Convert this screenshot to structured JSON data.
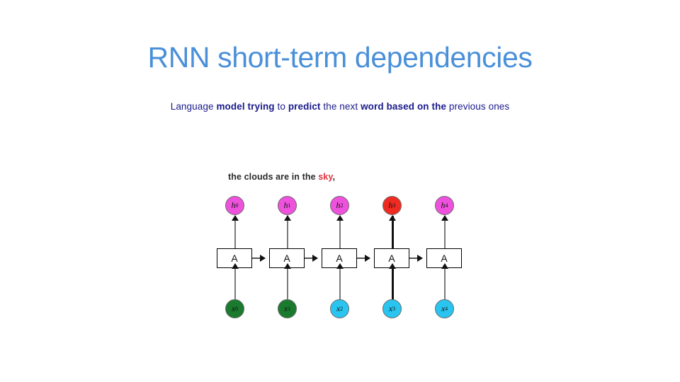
{
  "slide": {
    "title": "RNN short-term dependencies",
    "title_color": "#4a90d9",
    "background_color": "#ffffff",
    "subtitle": {
      "color": "#1a1a8c",
      "segments": [
        {
          "text": "Language ",
          "bold": false
        },
        {
          "text": "model trying ",
          "bold": true
        },
        {
          "text": "to ",
          "bold": false
        },
        {
          "text": "predict ",
          "bold": true
        },
        {
          "text": "the ",
          "bold": false
        },
        {
          "text": "next ",
          "bold": false
        },
        {
          "text": "word based ",
          "bold": true
        },
        {
          "text": "on the ",
          "bold": true
        },
        {
          "text": "previous ones",
          "bold": false
        }
      ],
      "plain_text": "Language model trying to predict the next word based on the previous ones"
    }
  },
  "figure": {
    "caption": {
      "prefix": "the clouds are in the ",
      "highlight": "sky",
      "highlight_color": "#e0323c",
      "suffix": ","
    },
    "cell_label": "A",
    "colors": {
      "hidden_magenta": "#ee52dd",
      "hidden_red": "#ef2b21",
      "input_green": "#1a7a2e",
      "input_cyan": "#29c5f0",
      "cell_border": "#000000",
      "arrow_gray": "#7a7a7a",
      "arrow_black": "#111111"
    },
    "timesteps": [
      {
        "index": 0,
        "hidden_label": "h",
        "hidden_sub": "0",
        "hidden_color": "magenta",
        "input_label": "x",
        "input_sub": "0",
        "input_color": "green",
        "cell": "A",
        "emphasis": false,
        "has_next_arrow": true
      },
      {
        "index": 1,
        "hidden_label": "h",
        "hidden_sub": "1",
        "hidden_color": "magenta",
        "input_label": "x",
        "input_sub": "1",
        "input_color": "green",
        "cell": "A",
        "emphasis": false,
        "has_next_arrow": true
      },
      {
        "index": 2,
        "hidden_label": "h",
        "hidden_sub": "2",
        "hidden_color": "magenta",
        "input_label": "x",
        "input_sub": "2",
        "input_color": "cyan",
        "cell": "A",
        "emphasis": false,
        "has_next_arrow": true
      },
      {
        "index": 3,
        "hidden_label": "h",
        "hidden_sub": "3",
        "hidden_color": "red",
        "input_label": "x",
        "input_sub": "3",
        "input_color": "cyan",
        "cell": "A",
        "emphasis": true,
        "has_next_arrow": true
      },
      {
        "index": 4,
        "hidden_label": "h",
        "hidden_sub": "4",
        "hidden_color": "magenta",
        "input_label": "x",
        "input_sub": "4",
        "input_color": "cyan",
        "cell": "A",
        "emphasis": false,
        "has_next_arrow": false
      }
    ]
  }
}
